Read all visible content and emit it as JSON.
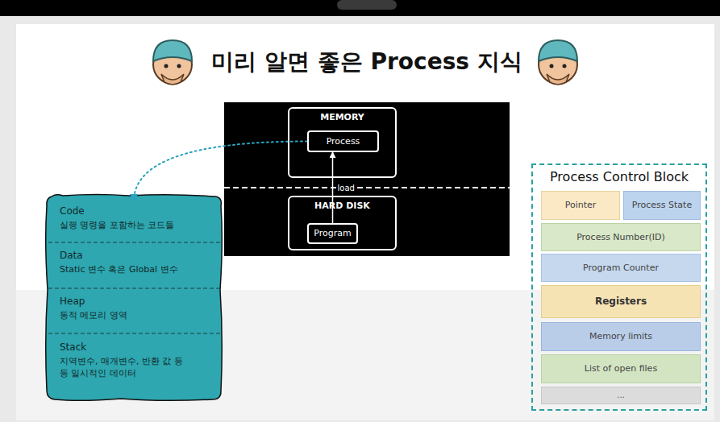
{
  "diagram": {
    "title": "미리 알면 좋은 Process 지식",
    "nodes": [
      {
        "text": [
          "MEMORY"
        ]
      },
      {
        "text": [
          "Process"
        ],
        "in": 0
      },
      {
        "text": [
          "HARD DISK"
        ]
      },
      {
        "text": [
          "Program"
        ],
        "in": 2
      },
      {
        "text": [
          "Code",
          "실행 명령을 포함하는 코드들"
        ]
      },
      {
        "text": [
          "Data",
          "Static 변수 혹은 Global 변수"
        ]
      },
      {
        "text": [
          "Heap",
          "동적 메모리 영역"
        ]
      },
      {
        "text": [
          "Stack",
          "지역변수, 매개변수, 반환 값 등등 일시적인 데이터"
        ]
      },
      {
        "text": [
          "Process Control Block"
        ]
      },
      {
        "text": [
          "Pointer"
        ],
        "in": 8
      },
      {
        "text": [
          "Process State"
        ],
        "in": 8
      },
      {
        "text": [
          "Process Number(ID)"
        ],
        "in": 8
      },
      {
        "text": [
          "Program Counter"
        ],
        "in": 8
      },
      {
        "text": [
          "Registers"
        ],
        "in": 8
      },
      {
        "text": [
          "Memory limits"
        ],
        "in": 8
      },
      {
        "text": [
          "List of open files"
        ],
        "in": 8
      },
      {
        "text": [
          "..."
        ],
        "in": 8
      }
    ],
    "edges": [
      {
        "from": 3,
        "to": 1,
        "label": "load",
        "arrow": "to"
      },
      {
        "from": 1,
        "to": 4,
        "arrow": "to"
      }
    ]
  }
}
